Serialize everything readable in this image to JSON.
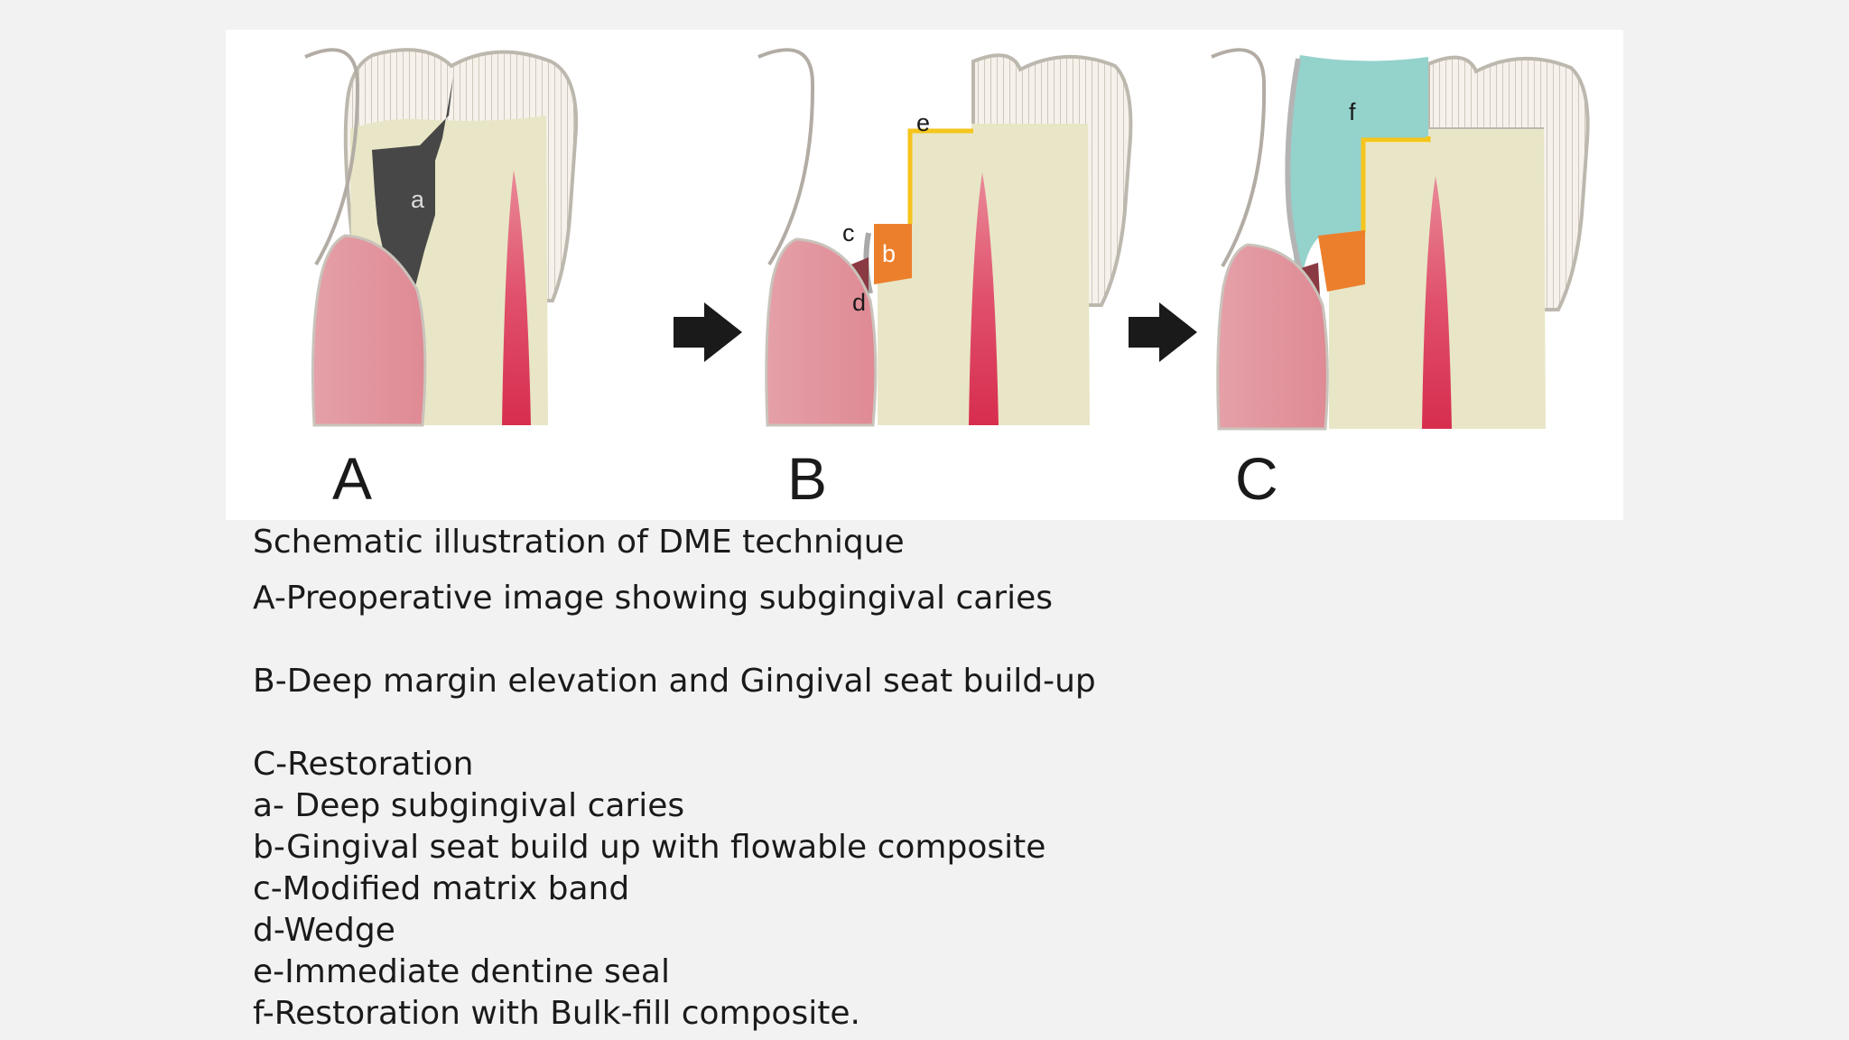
{
  "figure": {
    "panels": [
      {
        "label": "A",
        "parts": [
          "a"
        ]
      },
      {
        "label": "B",
        "parts": [
          "b",
          "c",
          "d",
          "e"
        ]
      },
      {
        "label": "C",
        "parts": [
          "f"
        ]
      }
    ],
    "colors": {
      "gum": "#e08f98",
      "dentin": "#e8e6c6",
      "pulp": "#dc3c5a",
      "caries": "#474747",
      "gingival_build_up": "#ec7f2c",
      "dentine_seal": "#f5c51c",
      "restoration": "#94d2cc",
      "matrix_band": "#a9a9a9",
      "wedge": "#8a3a42",
      "enamel_hatch": "#bcb3a6"
    }
  },
  "caption": {
    "title": "Schematic illustration of DME technique",
    "a_line": "A-Preoperative image showing subgingival caries",
    "b_line": "B-Deep margin elevation and Gingival seat build-up",
    "c_line": "C-Restoration",
    "legend": [
      "a- Deep subgingival caries",
      "b-Gingival seat build up with flowable composite",
      "c-Modified matrix band",
      "d-Wedge",
      "e-Immediate dentine seal",
      "f-Restoration with Bulk-fill composite."
    ]
  }
}
